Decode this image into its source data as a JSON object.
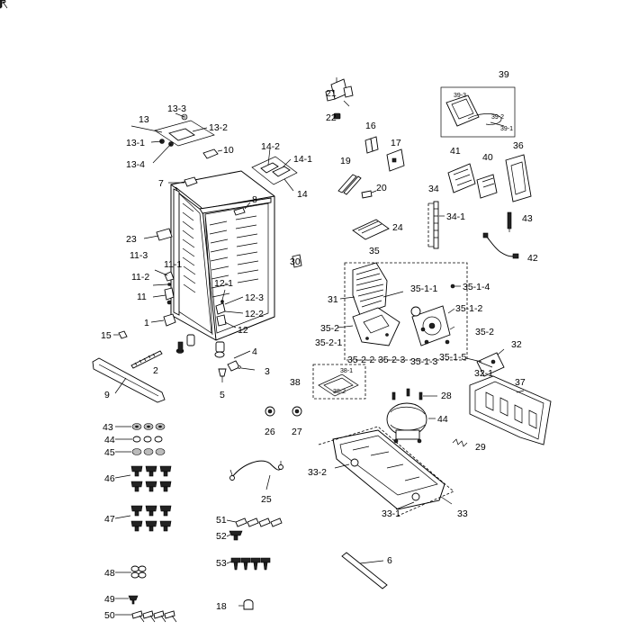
{
  "labels": {
    "l1": "1",
    "l2": "2",
    "l3": "3",
    "l4": "4",
    "l5": "5",
    "l6": "6",
    "l7": "7",
    "l8": "8",
    "l9": "9",
    "l10": "10",
    "l11": "11",
    "l11_1": "11-1",
    "l11_2": "11-2",
    "l11_3": "11-3",
    "l12": "12",
    "l12_1": "12-1",
    "l12_2": "12-2",
    "l12_3": "12-3",
    "l13": "13",
    "l13_1": "13-1",
    "l13_2": "13-2",
    "l13_3": "13-3",
    "l13_4": "13-4",
    "l14": "14",
    "l14_1": "14-1",
    "l14_2": "14-2",
    "l15": "15",
    "l16": "16",
    "l17": "17",
    "l18": "18",
    "l19": "19",
    "l20": "20",
    "l21": "21",
    "l22": "22",
    "l23": "23",
    "l24": "24",
    "l25": "25",
    "l26": "26",
    "l27": "27",
    "l28": "28",
    "l29": "29",
    "l30": "30",
    "l31": "31",
    "l32": "32",
    "l32_1": "32-1",
    "l33": "33",
    "l33_1": "33-1",
    "l33_2": "33-2",
    "l34": "34",
    "l34_1": "34-1",
    "l35": "35",
    "l35_1_1": "35-1-1",
    "l35_1_2": "35-1-2",
    "l35_1_3": "35-1-3",
    "l35_1_4": "35-1-4",
    "l35_1_5": "35-1-5",
    "l35_2a": "35-2",
    "l35_2b": "35-2",
    "l35_2_1": "35-2-1",
    "l35_2_2": "35-2-2",
    "l35_2_3": "35-2-3",
    "l36": "36",
    "l37": "37",
    "l38": "38",
    "l38_1": "38-1",
    "l38_2": "38-2",
    "l39": "39",
    "l39_1": "39-1",
    "l39_2": "39-2",
    "l39_3": "39-3",
    "l40": "40",
    "l41": "41",
    "l42": "42",
    "l43a": "43",
    "l43b": "43",
    "l44a": "44",
    "l44b": "44",
    "l45": "45",
    "l46": "46",
    "l47": "47",
    "l48": "48",
    "l49": "49",
    "l50": "50",
    "l51": "51",
    "l52": "52",
    "l53": "53"
  }
}
